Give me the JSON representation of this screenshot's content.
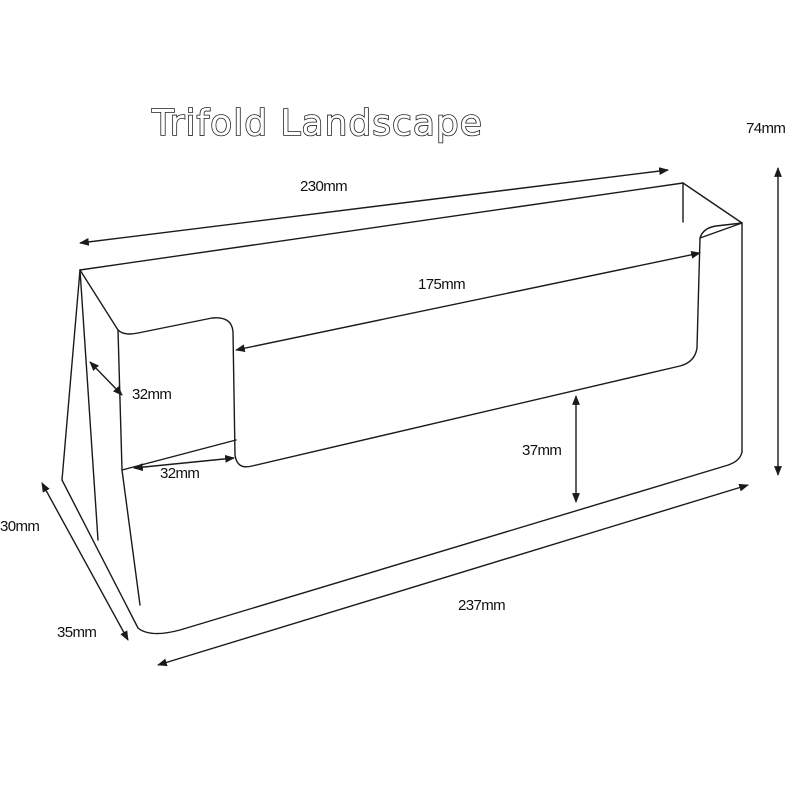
{
  "diagram": {
    "title": "Trifold Landscape",
    "dimensions": {
      "top_length": "230mm",
      "inner_width": "175mm",
      "height": "74mm",
      "side_depth": "32mm",
      "front_inset": "32mm",
      "front_height": "37mm",
      "base_length": "237mm",
      "back_height": "30mm",
      "base_depth": "35mm"
    }
  }
}
